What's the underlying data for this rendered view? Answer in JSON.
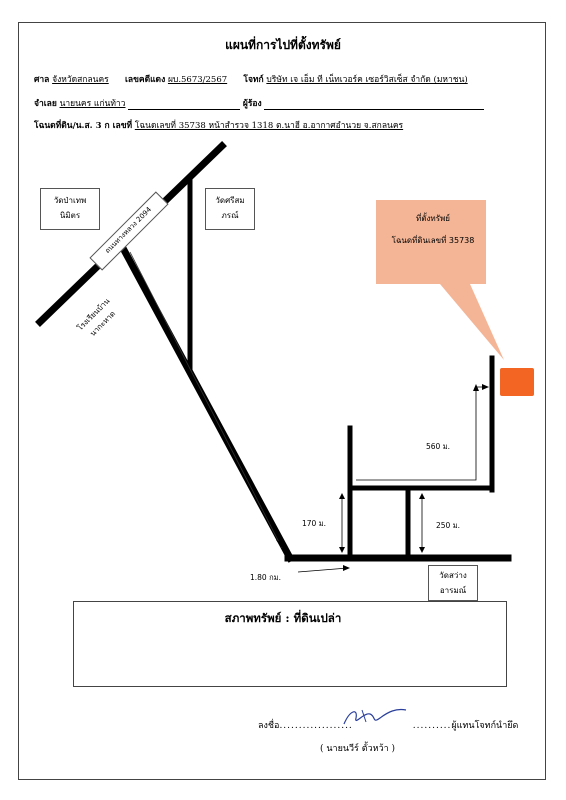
{
  "title": "แผนที่การไปที่ตั้งทรัพย์",
  "header": {
    "court_label": "ศาล",
    "court_value": "จังหวัดสกลนคร",
    "case_label": "เลขคดีแดง",
    "case_value": "ผบ.5673/2567",
    "plaintiff_label": "โจทก์",
    "plaintiff_value": "บริษัท เจ เอ็ม ที เน็ทเวอร์ค เซอร์วิสเซ็ส จำกัด (มหาชน)",
    "defendant_label": "จำเลย",
    "defendant_value": "นายนคร แก่นท้าว",
    "owner_label": "ผู้ร้อง",
    "deed_label": "โฉนดที่ดิน/น.ส. 3 ก เลขที่",
    "deed_value": "โฉนดเลขที่ 35738 หน้าสำรวจ 1318 ต.นาฮี อ.อากาศอำนวย จ.สกลนคร"
  },
  "map": {
    "temple_1": [
      "วัดป่าเทพ",
      "นิมิตร"
    ],
    "temple_2": [
      "วัดศรีสม",
      "ภรณ์"
    ],
    "road_label": "ถนนทางหลวง 2094",
    "school": [
      "โรงเรียนบ้าน",
      "นากะหาด"
    ],
    "temple_3": [
      "วัดสว่าง",
      "อารมณ์"
    ],
    "callout_line1": "ที่ตั้งทรัพย์",
    "callout_line2": "โฉนดที่ดินเลขที่ 35738",
    "dist_main": "1.80 กม.",
    "dist_170": "170 ม.",
    "dist_250": "250 ม.",
    "dist_560": "560 ม."
  },
  "condition_label": "สภาพทรัพย์ :",
  "condition_value": "ที่ดินเปล่า",
  "signature": {
    "sign_label": "ลงชื่อ",
    "role": "ผู้แทนโจทก์นำยึด",
    "name": "( นายนวีร์ ตั้วหว้า )"
  },
  "colors": {
    "callout": "#f4b596",
    "marker": "#f26522"
  }
}
